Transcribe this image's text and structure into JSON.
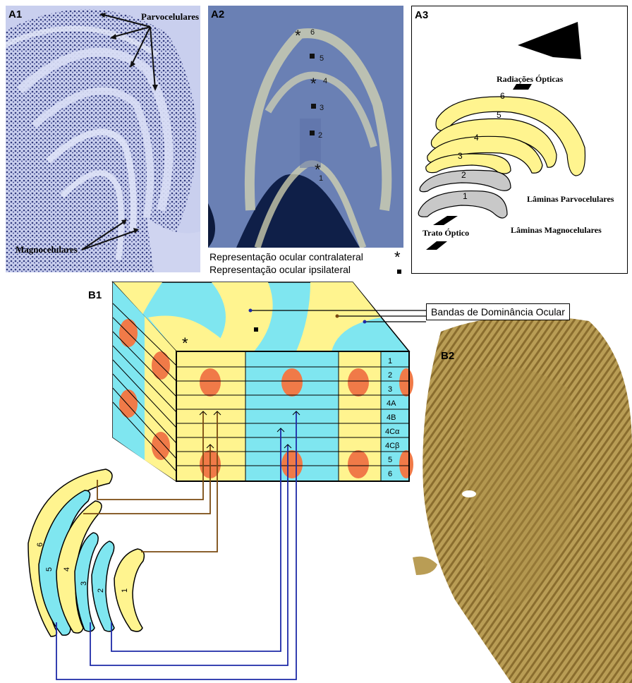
{
  "panels": {
    "a1": {
      "label": "A1",
      "parvo_label": "Parvocelulares",
      "magno_label": "Magnocelulares"
    },
    "a2": {
      "label": "A2",
      "layer_numbers": [
        "6",
        "5",
        "4",
        "3",
        "2",
        "1"
      ],
      "legend": {
        "contralateral": "Representação ocular contralateral",
        "ipsilateral": "Representação ocular ipsilateral"
      }
    },
    "a3": {
      "label": "A3",
      "optic_radiations": "Radiações Ópticas",
      "layer_numbers": [
        "6",
        "5",
        "4",
        "3",
        "2",
        "1"
      ],
      "parvo_laminae": "Lâminas Parvocelulares",
      "magno_laminae": "Lâminas Magnocelulares",
      "optic_tract": "Trato Óptico"
    },
    "b1": {
      "label": "B1",
      "dominance_bands": "Bandas de Dominância Ocular",
      "cortex_layers": [
        "1",
        "2",
        "3",
        "4A",
        "4B",
        "4Cα",
        "4Cβ",
        "5",
        "6"
      ],
      "lgn_layer_numbers": [
        "6",
        "5",
        "4",
        "3",
        "2",
        "1"
      ]
    },
    "b2": {
      "label": "B2"
    }
  },
  "colors": {
    "yellow": "#fff48f",
    "cyan": "#7fe6f0",
    "blob": "#f07a48",
    "gray": "#c8c8c8",
    "brown_line": "#7a4a10",
    "blue_line": "#1d2aa8",
    "a1_bg": "#c9d0ec",
    "a2_bg": "#5f74a8",
    "b2_tissue": "#b79a52"
  }
}
